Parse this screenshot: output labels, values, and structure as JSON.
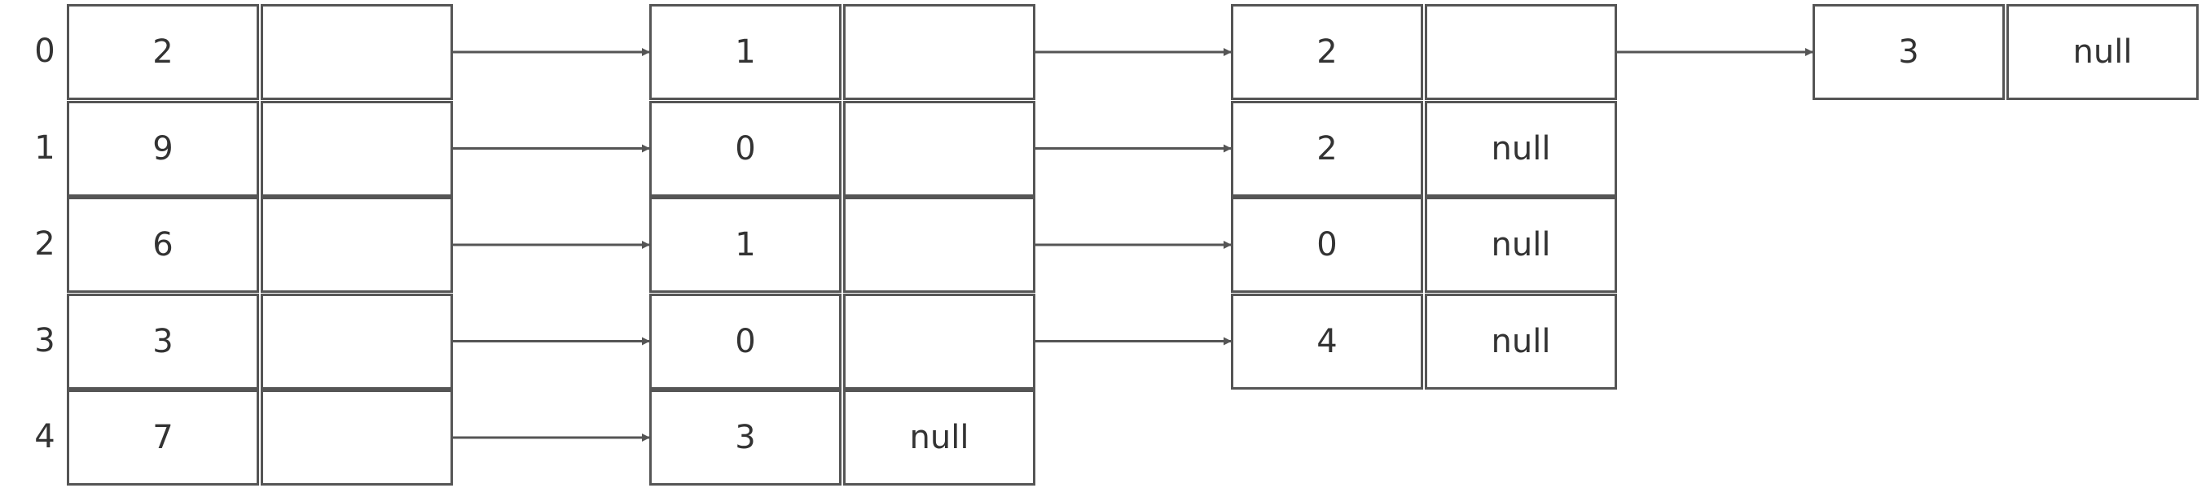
{
  "diagram": {
    "title": "",
    "null_label": "null",
    "rows": [
      {
        "index": "0",
        "nodes": [
          "2",
          "1",
          "2",
          "3"
        ]
      },
      {
        "index": "1",
        "nodes": [
          "9",
          "0",
          "2"
        ]
      },
      {
        "index": "2",
        "nodes": [
          "6",
          "1",
          "0"
        ]
      },
      {
        "index": "3",
        "nodes": [
          "3",
          "0",
          "4"
        ]
      },
      {
        "index": "4",
        "nodes": [
          "7",
          "3"
        ]
      }
    ],
    "colors": {
      "stroke": "#555555",
      "text": "#333333",
      "background": "#ffffff"
    }
  }
}
